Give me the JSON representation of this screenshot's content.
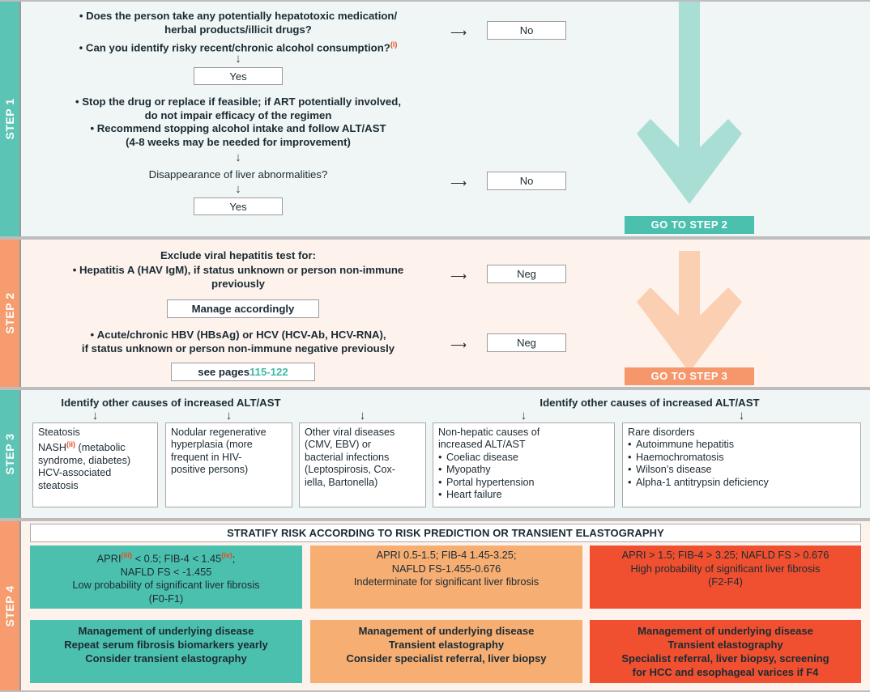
{
  "colors": {
    "teal": "#4cc0ae",
    "teal_tab": "#5bc4b4",
    "orange": "#f6ae73",
    "orange_tab": "#f69c6e",
    "red": "#f0502f",
    "step_bg_teal": "#eff6f5",
    "step_bg_peach": "#fdf3ec",
    "link": "#3fb8a5",
    "superscript": "#e8491f"
  },
  "steps": {
    "step1": {
      "label": "STEP 1",
      "q1_line1": "Does the person take any potentially hepatotoxic medication/",
      "q1_line2": "herbal products/illicit drugs?",
      "q2": "Can you identify risky recent/chronic alcohol consumption?",
      "q2_sup": "(i)",
      "answer_no_1": "No",
      "answer_yes_1": "Yes",
      "action_line1": "Stop the drug or replace if feasible; if ART potentially involved,",
      "action_line2": "do not impair efficacy of the regimen",
      "action_line3": "Recommend stopping alcohol intake and follow ALT/AST",
      "action_line4": "(4-8 weeks may be needed for improvement)",
      "q3": "Disappearance of liver abnormalities?",
      "answer_no_2": "No",
      "answer_yes_2": "Yes",
      "goto": "GO TO STEP 2"
    },
    "step2": {
      "label": "STEP 2",
      "title": "Exclude viral hepatitis test for:",
      "hav_line1": "Hepatitis A (HAV IgM), if status unknown or person non-immune",
      "hav_line2": "previously",
      "manage": "Manage accordingly",
      "hbv_line1": "Acute/chronic HBV (HBsAg) or HCV (HCV-Ab, HCV-RNA),",
      "hbv_line2": "if status unknown or person non-immune negative previously",
      "see_pages_label": "see pages ",
      "see_pages_value": "115-122",
      "answer_neg_1": "Neg",
      "answer_neg_2": "Neg",
      "goto": "GO TO STEP 3"
    },
    "step3": {
      "label": "STEP 3",
      "heading_left": "Identify other causes of increased ALT/AST",
      "heading_right": "Identify other causes of increased ALT/AST",
      "boxes": [
        {
          "name": "steatosis",
          "lines": [
            "Steatosis",
            "NASH",
            " (metabolic",
            "syndrome, diabetes)",
            "HCV-associated",
            "steatosis"
          ],
          "text_before_sup": "NASH",
          "sup": "(ii)",
          "text_after_sup": " (metabolic",
          "plain_lines_pre": [
            "Steatosis"
          ],
          "plain_lines_post": [
            "syndrome, diabetes)",
            "HCV-associated",
            "steatosis"
          ],
          "bullets": []
        },
        {
          "name": "nodular-regenerative-hyperplasia",
          "plain_lines_pre": [
            "Nodular regenerative",
            "hyperplasia (more",
            "frequent in HIV-",
            "positive persons)"
          ],
          "bullets": []
        },
        {
          "name": "other-viral-diseases",
          "plain_lines_pre": [
            "Other viral diseases",
            "(CMV, EBV) or",
            "bacterial infections",
            "(Leptospirosis, Cox-",
            "iella, Bartonella)"
          ],
          "bullets": []
        },
        {
          "name": "non-hepatic-causes",
          "plain_lines_pre": [
            "Non-hepatic causes of",
            "increased ALT/AST"
          ],
          "bullets": [
            "Coeliac disease",
            "Myopathy",
            "Portal hypertension",
            "Heart failure"
          ]
        },
        {
          "name": "rare-disorders",
          "plain_lines_pre": [
            "Rare disorders"
          ],
          "bullets": [
            "Autoimmune hepatitis",
            "Haemochromatosis",
            "Wilson’s disease",
            "Alpha-1 antitrypsin deficiency"
          ]
        }
      ]
    },
    "step4": {
      "label": "STEP 4",
      "stratify": "STRATIFY RISK ACCORDING TO RISK PREDICTION OR TRANSIENT ELASTOGRAPHY",
      "risk": [
        {
          "name": "low-risk",
          "color": "teal",
          "line1_a": "APRI",
          "line1_sup": "(iii)",
          "line1_b": " < 0.5; FIB-4 < 1.45",
          "line1_sup2": "(iv)",
          "line1_c": ";",
          "line2": "NAFLD FS < -1.455",
          "line3": "Low probability of significant liver fibrosis",
          "line4": "(F0-F1)"
        },
        {
          "name": "indeterminate-risk",
          "color": "orange",
          "line1_a": "APRI 0.5-1.5; FIB-4 1.45-3.25;",
          "line2": "NAFLD FS-1.455-0.676",
          "line3": "Indeterminate for significant liver fibrosis",
          "line4": ""
        },
        {
          "name": "high-risk",
          "color": "red",
          "line1_a": "APRI > 1.5; FIB-4 > 3.25; NAFLD FS > 0.676",
          "line2": "High probability of significant liver fibrosis",
          "line3": "(F2-F4)",
          "line4": ""
        }
      ],
      "management": [
        {
          "name": "management-low",
          "color": "teal",
          "lines": [
            "Management of underlying disease",
            "Repeat serum fibrosis biomarkers yearly",
            "Consider transient elastography"
          ]
        },
        {
          "name": "management-indeterminate",
          "color": "orange",
          "lines": [
            "Management of underlying disease",
            "Transient elastography",
            "Consider specialist referral, liver biopsy"
          ]
        },
        {
          "name": "management-high",
          "color": "red",
          "lines": [
            "Management of underlying disease",
            "Transient elastography",
            "Specialist referral, liver biopsy, screening",
            "for HCC and esophageal varices if F4"
          ]
        }
      ]
    }
  },
  "icons": {
    "down_arrow": "↓",
    "right_arrow": "⟶"
  }
}
